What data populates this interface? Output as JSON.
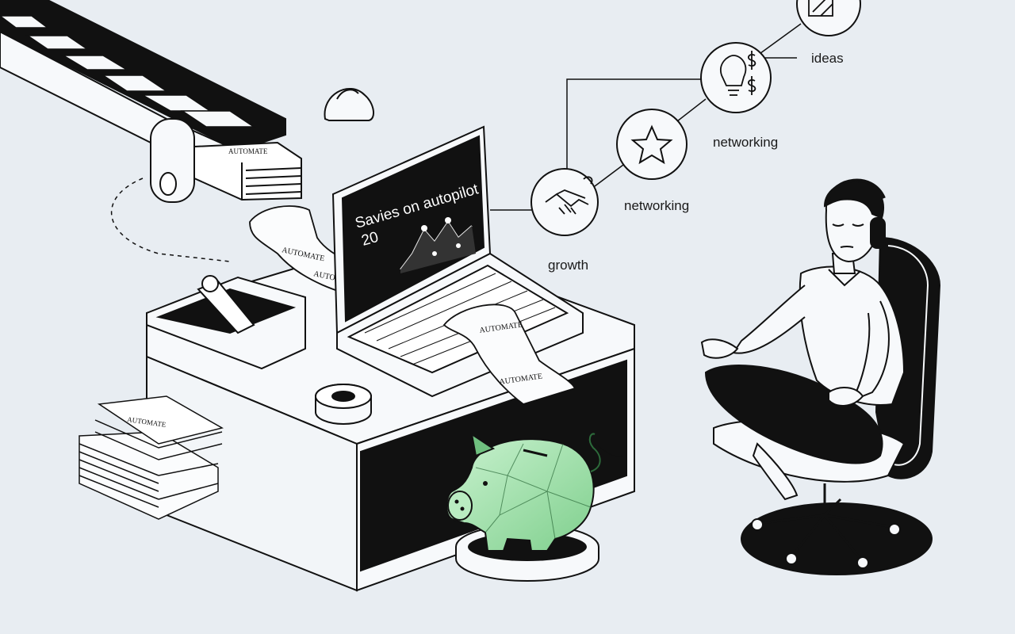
{
  "screen": {
    "title": "Savies on autopilot",
    "subtitle": "20"
  },
  "paper_label": "AUTOMATE",
  "network_labels": {
    "ideas": "ideas",
    "networking_top": "networking",
    "networking_bottom": "networking",
    "growth": "growth"
  },
  "colors": {
    "background": "#e8edf2",
    "ink": "#111111",
    "piggy": "#a8e6b0"
  },
  "icons": [
    "handshake-icon",
    "star-icon",
    "lightbulb-dollar-icon",
    "document-icon",
    "headphones-icon"
  ]
}
